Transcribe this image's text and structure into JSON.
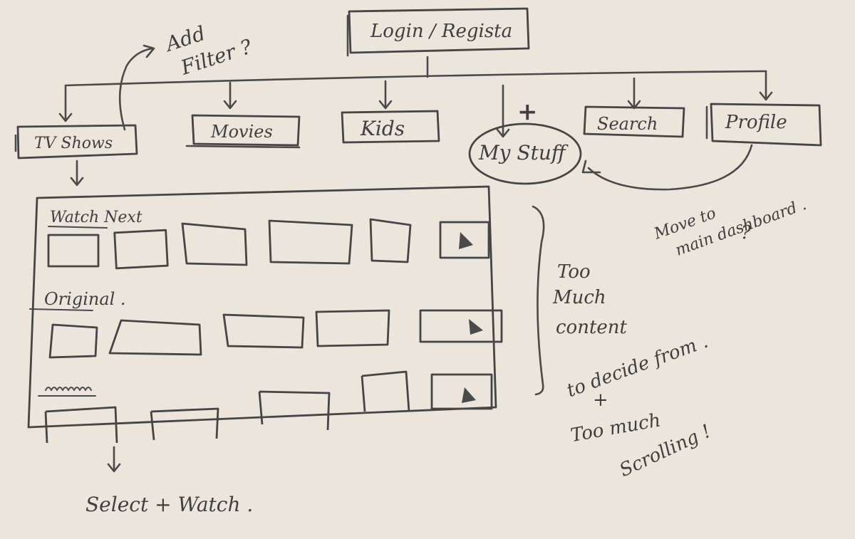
{
  "nodes": {
    "login": "Login / Regista",
    "tv_shows": "TV Shows",
    "movies": "Movies",
    "kids": "Kids",
    "my_stuff": "My Stuff",
    "search": "Search",
    "profile": "Profile"
  },
  "annotations": {
    "add_filter": [
      "Add",
      "Filter ?"
    ],
    "plus": "+",
    "move_to_main_dashboard": [
      "Move to",
      "main dashboard .",
      "?"
    ],
    "too_much_content": [
      "Too",
      "Much",
      "content",
      "to decide from .",
      "+",
      "Too much",
      "Scrolling !"
    ],
    "select_watch": "Select + Watch ."
  },
  "sections": {
    "watch_next": "Watch Next",
    "original": "Original .",
    "third_row": "~~~"
  },
  "colors": {
    "paper": "#ebe5dc",
    "ink": "#4a4a4a"
  }
}
